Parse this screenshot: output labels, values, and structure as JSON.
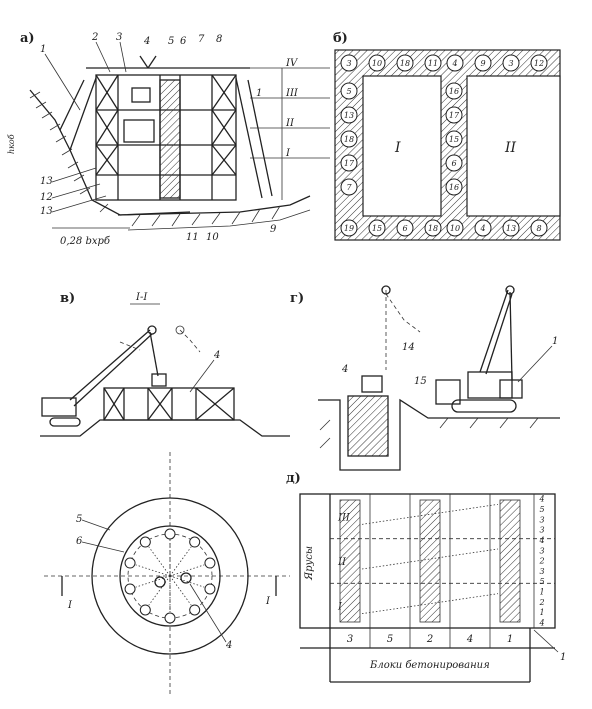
{
  "panels": {
    "a": {
      "label": "а)",
      "callouts": [
        "1",
        "2",
        "3",
        "4",
        "5",
        "6",
        "7",
        "8",
        "1",
        "13",
        "12",
        "13",
        "11",
        "10",
        "9"
      ],
      "level_labels": [
        "IV",
        "III",
        "II",
        "I"
      ],
      "dim_label": "0,28 bхрб",
      "left_dim": "hкоб"
    },
    "b": {
      "label": "б)",
      "block_labels": [
        "I",
        "II"
      ],
      "cell_numbers": [
        "3",
        "10",
        "18",
        "11",
        "4",
        "9",
        "3",
        "12",
        "16",
        "17",
        "15",
        "6",
        "16",
        "5",
        "13",
        "18",
        "17",
        "7",
        "19",
        "15",
        "6",
        "18",
        "10",
        "4",
        "13",
        "8"
      ]
    },
    "v": {
      "label": "в)",
      "section_label": "I-I",
      "callouts": [
        "4"
      ]
    },
    "g": {
      "label": "г)",
      "callouts": [
        "4",
        "14",
        "15",
        "1"
      ]
    },
    "plan": {
      "callouts": [
        "5",
        "6",
        "4"
      ],
      "section_marks": [
        "I",
        "I"
      ]
    },
    "d": {
      "label": "д)",
      "row_axis": "Ярусы",
      "rows": [
        "III",
        "II",
        "I"
      ],
      "columns": [
        "3",
        "5",
        "2",
        "4",
        "1"
      ],
      "footer": "Блоки бетонирования",
      "callout": "1",
      "side_numbers": [
        "4",
        "5",
        "3",
        "3",
        "4",
        "3",
        "2",
        "3",
        "5",
        "1",
        "2",
        "1",
        "4"
      ]
    }
  }
}
